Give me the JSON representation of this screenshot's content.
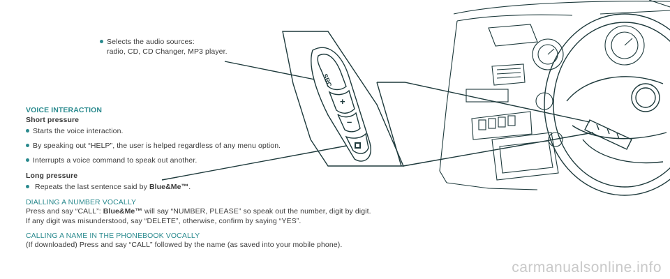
{
  "callout": {
    "line1": "Selects the audio sources:",
    "line2": "radio, CD, CD Changer, MP3 player."
  },
  "voice": {
    "heading": "VOICE INTERACTION",
    "short_heading": "Short pressure",
    "short_items": [
      "Starts the voice interaction.",
      "By speaking out “HELP”, the user is helped regardless of any menu option.",
      "Interrupts a voice command to speak out another."
    ],
    "long_heading": "Long pressure",
    "long_item_prefix": "Repeats the last sentence said by ",
    "long_item_brand": "Blue&Me™",
    "long_item_suffix": "."
  },
  "dialling": {
    "heading": "DIALLING A NUMBER VOCALLY",
    "line1_prefix": "Press and say “CALL”: ",
    "line1_brand": "Blue&Me™",
    "line1_suffix": " will say “NUMBER, PLEASE” so speak out the number, digit by digit.",
    "line2": "If any digit was misunderstood, say “DELETE”, otherwise, confirm by saying “YES”."
  },
  "calling": {
    "heading": "CALLING A NAME IN THE PHONEBOOK VOCALLY",
    "line1": "(If downloaded) Press and say “CALL” followed by the name (as saved into your mobile phone)."
  },
  "buttons": {
    "src": "SRC",
    "plus": "+",
    "minus": "–"
  },
  "watermark": "carmanualsonline.info",
  "colors": {
    "accent": "#2a8a8e",
    "line": "#1e3a3c",
    "text": "#3a3a3a"
  }
}
